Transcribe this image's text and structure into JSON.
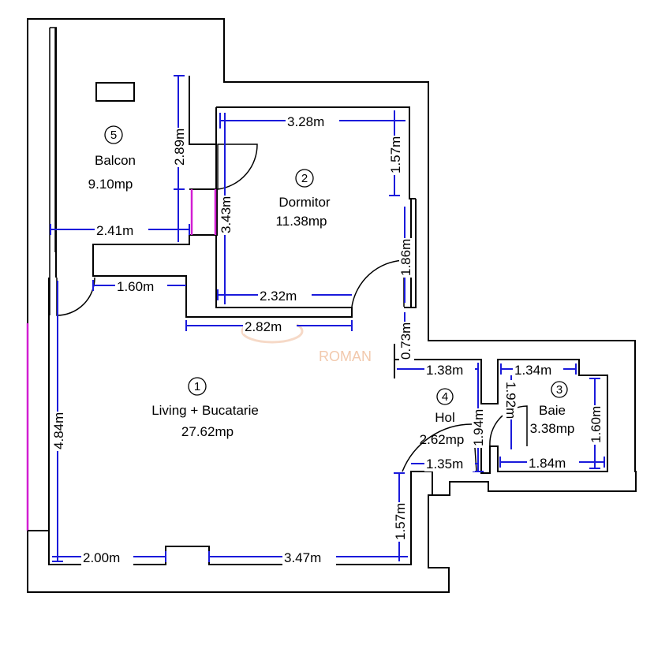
{
  "rooms": [
    {
      "num": "1",
      "name": "Living + Bucatarie",
      "area": "27.62mp"
    },
    {
      "num": "2",
      "name": "Dormitor",
      "area": "11.38mp"
    },
    {
      "num": "3",
      "name": "Baie",
      "area": "3.38mp"
    },
    {
      "num": "4",
      "name": "Hol",
      "area": "2.62mp"
    },
    {
      "num": "5",
      "name": "Balcon",
      "area": "9.10mp"
    }
  ],
  "dimensions": {
    "dormitor_width": "3.28m",
    "dormitor_wall_right": "1.57m",
    "balcon_height": "2.89m",
    "dormitor_height": "3.43m",
    "balcon_width": "2.41m",
    "dormitor_door_side": "1.86m",
    "dormitor_bottom": "2.32m",
    "living_top_left": "1.60m",
    "living_top_mid": "2.82m",
    "hol_wall": "0.73m",
    "hol_width_top": "1.38m",
    "baie_width_top": "1.34m",
    "hol_height": "1.94m",
    "baie_inner_height": "1.92m",
    "baie_height": "1.60m",
    "hol_width_bottom": "1.35m",
    "baie_width_bottom": "1.84m",
    "living_height": "4.84m",
    "living_right_lower": "1.57m",
    "living_bottom_left": "2.00m",
    "living_bottom_right": "3.47m"
  },
  "watermark": "ROMAN",
  "colors": {
    "dimension": "#1a1adb",
    "window": "#d21ed2",
    "walls": "#000000"
  }
}
